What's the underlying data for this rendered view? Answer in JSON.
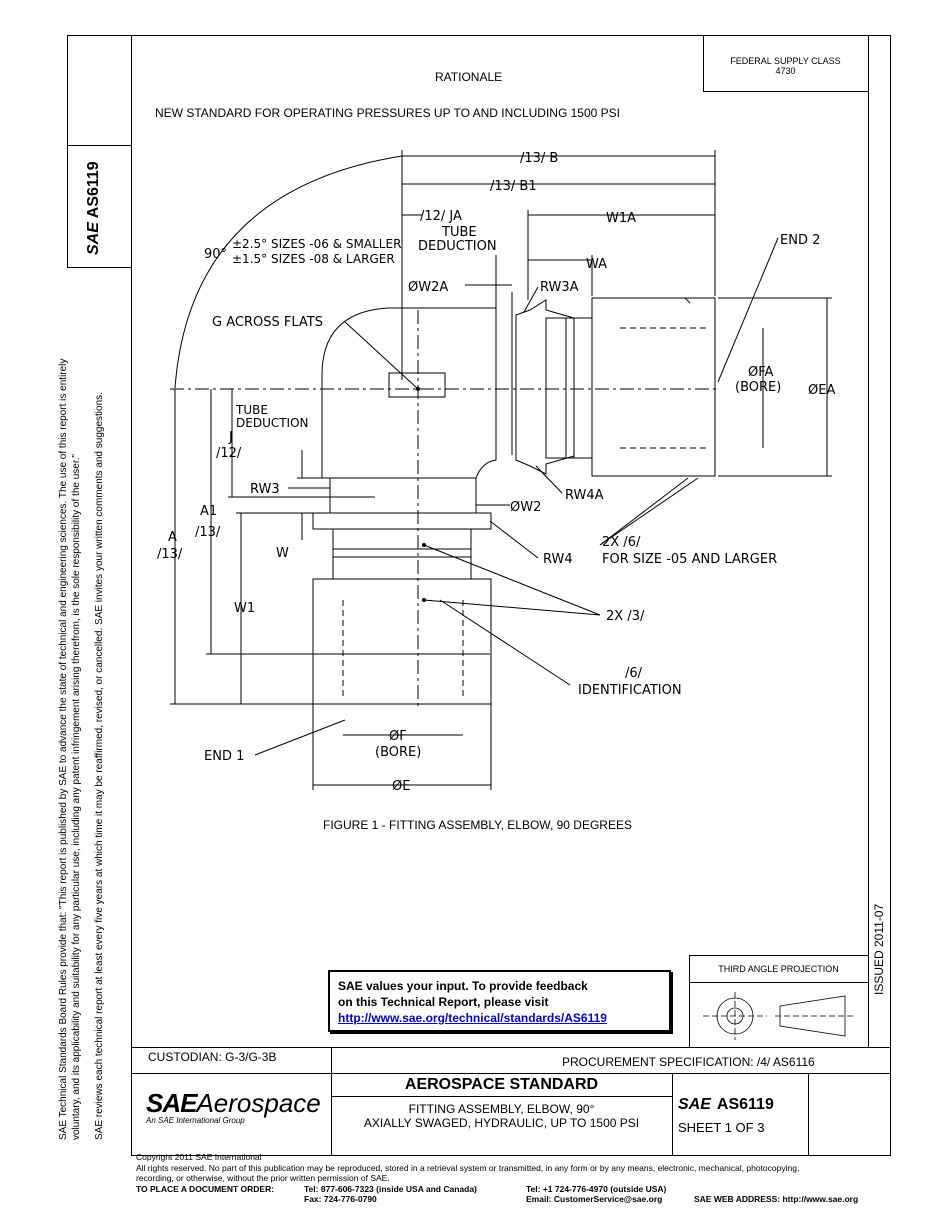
{
  "header": {
    "rationale_title": "RATIONALE",
    "rationale_text": "NEW STANDARD FOR OPERATING PRESSURES UP TO AND INCLUDING 1500 PSI",
    "fsc_label": "FEDERAL SUPPLY CLASS",
    "fsc_value": "4730"
  },
  "side": {
    "doc_number": "AS6119",
    "sae_mark": "SAE",
    "issued": "ISSUED 2011-07",
    "rules_line1": "SAE Technical Standards Board Rules provide that: \"This report is published by SAE to advance the state of technical and engineering sciences. The use of this report is entirely",
    "rules_line2": "voluntary, and its applicability and suitability for any particular use, including any patent infringement arising therefrom, is the sole responsibility of the user.\"",
    "rules_line3": "SAE reviews each technical report at least every five years at which time it may be reaffirmed, revised, or cancelled. SAE invites your written comments and suggestions."
  },
  "drawing": {
    "caption": "FIGURE 1 - FITTING ASSEMBLY, ELBOW, 90 DEGREES",
    "labels": {
      "b": "/13/ B",
      "b1": "/13/ B1",
      "ja": "/12/ JA",
      "tube_deduction_top": "TUBE",
      "tube_deduction_top2": "DEDUCTION",
      "w1a": "W1A",
      "wa": "WA",
      "end2": "END 2",
      "angle": "90°",
      "tol1": "±2.5° SIZES -06 & SMALLER",
      "tol2": "±1.5° SIZES -08 & LARGER",
      "w2a": "ØW2A",
      "rw3a": "RW3A",
      "g_flats": "G ACROSS FLATS",
      "fa": "ØFA",
      "fa_bore": "(BORE)",
      "ea": "ØEA",
      "tube_left": "TUBE",
      "deduction_left": "DEDUCTION",
      "j": "J",
      "j12": "/12/",
      "rw3": "RW3",
      "rw4a": "RW4A",
      "w2": "ØW2",
      "a1": "A1",
      "a1_13": "/13/",
      "a": "A",
      "a_13": "/13/",
      "w": "W",
      "rw4": "RW4",
      "note2x6": "2X /6/",
      "note_size": "FOR SIZE -05 AND LARGER",
      "note2x3": "2X /3/",
      "w1": "W1",
      "note6": "/6/",
      "identification": "IDENTIFICATION",
      "end1": "END 1",
      "f": "ØF",
      "f_bore": "(BORE)",
      "e": "ØE"
    }
  },
  "feedback": {
    "line1": "SAE values your input. To provide feedback",
    "line2": "on this Technical Report, please visit",
    "link": "http://www.sae.org/technical/standards/AS6119"
  },
  "projection": {
    "title": "THIRD ANGLE PROJECTION"
  },
  "title_block": {
    "custodian": "CUSTODIAN: G-3/G-3B",
    "procurement": "PROCUREMENT SPECIFICATION: /4/ AS6116",
    "logo_sae": "SAE",
    "logo_aero": "Aerospace",
    "logo_sub": "An SAE International Group",
    "std_title": "AEROSPACE STANDARD",
    "desc1": "FITTING ASSEMBLY, ELBOW, 90°",
    "desc2": "AXIALLY SWAGED, HYDRAULIC, UP TO 1500 PSI",
    "doc_sae": "SAE",
    "doc_number": "AS6119",
    "sheet": "SHEET 1 OF 3"
  },
  "footer": {
    "copyright": "Copyright 2011 SAE International",
    "rights1": "All rights reserved. No part of this publication may be reproduced, stored in a retrieval system or transmitted, in any form or by any means, electronic, mechanical, photocopying,",
    "rights2": "recording, or otherwise, without the prior written permission of SAE.",
    "order_label": "TO PLACE A DOCUMENT ORDER:",
    "tel1": "Tel: 877-606-7323 (inside USA and Canada)",
    "tel2": "Tel: +1 724-776-4970 (outside USA)",
    "fax": "Fax: 724-776-0790",
    "email": "Email: CustomerService@sae.org",
    "web": "SAE WEB ADDRESS: http://www.sae.org"
  }
}
